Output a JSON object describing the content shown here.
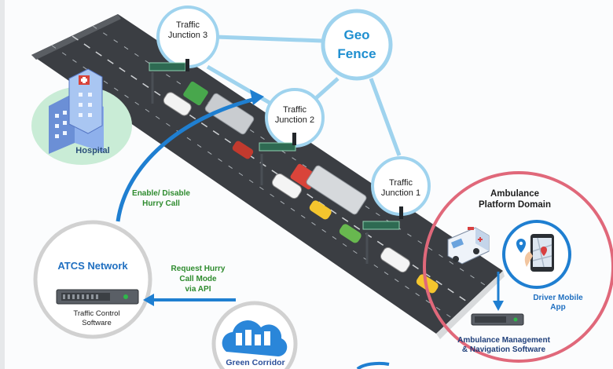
{
  "geo_fence": {
    "line1": "Geo",
    "line2": "Fence"
  },
  "junctions": [
    {
      "line1": "Traffic",
      "line2": "Junction 3"
    },
    {
      "line1": "Traffic",
      "line2": "Junction 2"
    },
    {
      "line1": "Traffic",
      "line2": "Junction 1"
    }
  ],
  "hospital": {
    "label": "Hospital"
  },
  "atcs": {
    "title": "ATCS Network",
    "caption_line1": "Traffic Control",
    "caption_line2": "Software"
  },
  "arrows": {
    "enable_disable_line1": "Enable/ Disable",
    "enable_disable_line2": "Hurry Call",
    "request_line1": "Request Hurry",
    "request_line2": "Call Mode",
    "request_line3": "via API"
  },
  "green_corridor": {
    "label": "Green Corridor"
  },
  "ambulance_domain": {
    "title_line1": "Ambulance",
    "title_line2": "Platform Domain",
    "driver_app_line1": "Driver Mobile",
    "driver_app_line2": "App",
    "management_line1": "Ambulance Management",
    "management_line2": "& Navigation Software"
  },
  "colors": {
    "geo_fence": "#9fd3ee",
    "atcs_circle": "#cfcfcf",
    "ambulance_circle": "#e0687a",
    "arrow_blue": "#1f7fd1",
    "road": "#3a3d42",
    "hospital_glow": "#c9ecd6"
  }
}
